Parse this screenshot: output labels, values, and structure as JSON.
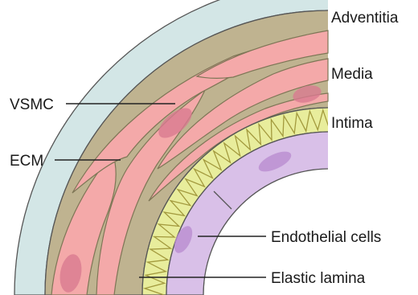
{
  "labels": {
    "adventitia": "Adventitia",
    "media": "Media",
    "intima": "Intima",
    "vsmc": "VSMC",
    "ecm": "ECM",
    "endothelial": "Endothelial cells",
    "elastic": "Elastic lamina"
  },
  "colors": {
    "adventitia": "#d3e6e6",
    "media": "#f4a9a9",
    "ecm": "#bfb390",
    "ecm_outline": "#7e7656",
    "intima": "#e8ed9c",
    "elastic_line": "#a39a3e",
    "endothelium": "#d9c0e8",
    "nucleus_smc": "#d97b90",
    "nucleus_endo": "#b98ccf",
    "outline": "#555555"
  }
}
